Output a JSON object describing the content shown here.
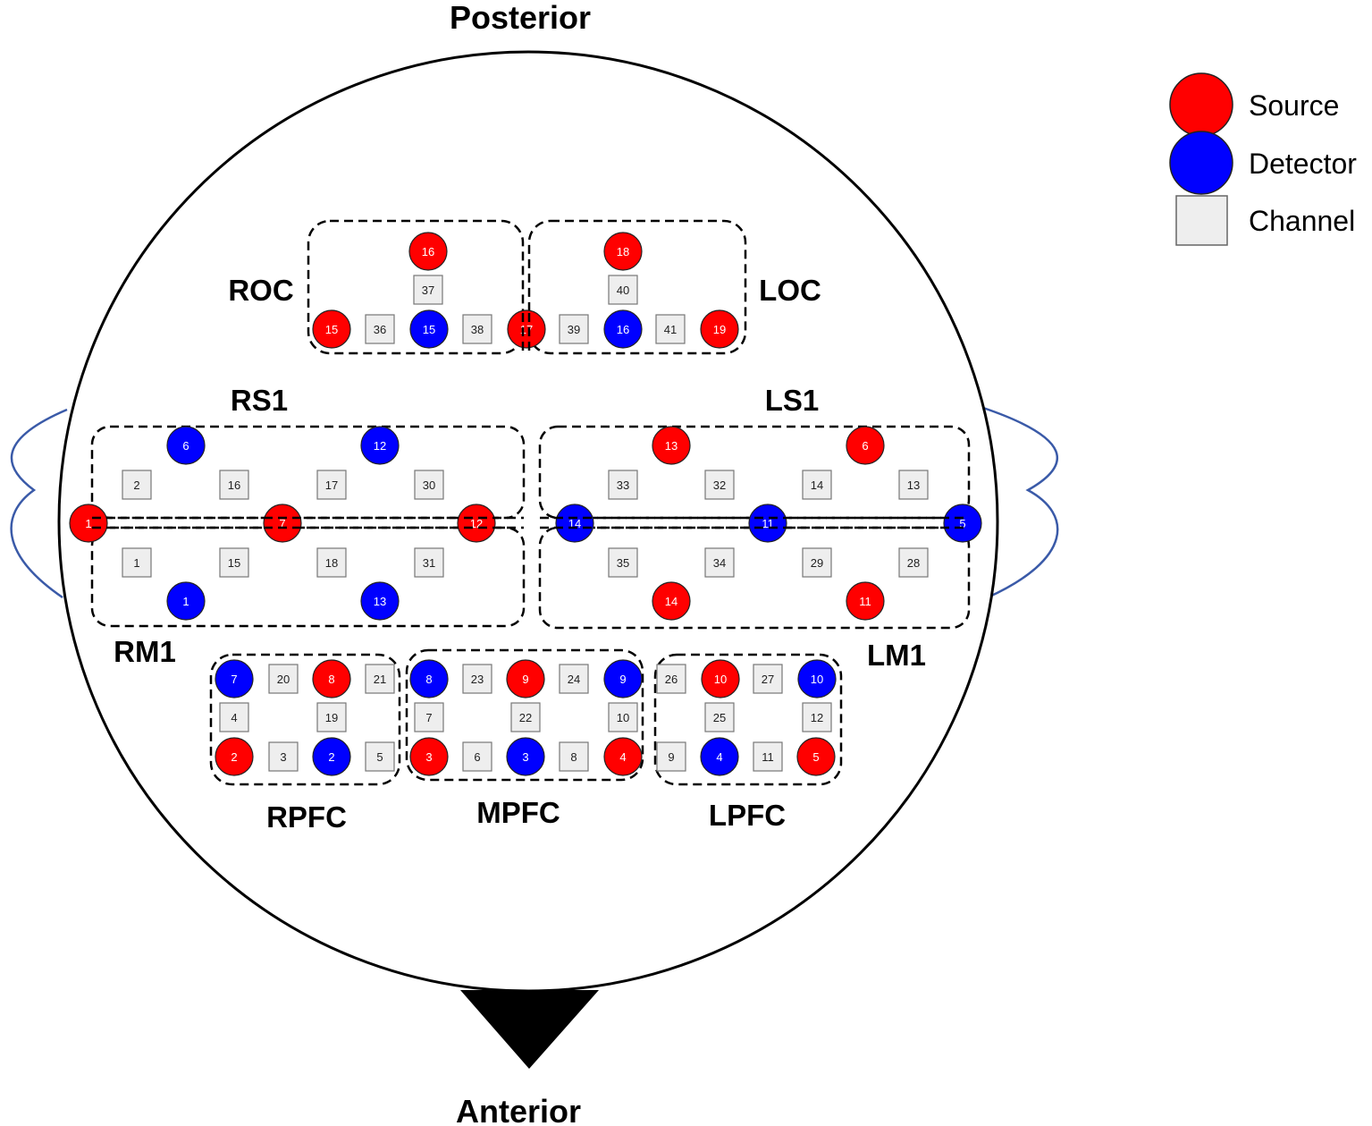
{
  "labels": {
    "posterior": "Posterior",
    "anterior": "Anterior"
  },
  "legend": {
    "source": "Source",
    "detector": "Detector",
    "channel": "Channel"
  },
  "colors": {
    "source": "#ff0000",
    "detector": "#0000ff",
    "channel": "#eeeeee",
    "ear": "#3a5aa8"
  },
  "regions": {
    "ROC": "ROC",
    "LOC": "LOC",
    "RS1": "RS1",
    "LS1": "LS1",
    "RM1": "RM1",
    "LM1": "LM1",
    "RPFC": "RPFC",
    "MPFC": "MPFC",
    "LPFC": "LPFC"
  },
  "sources": [
    "16",
    "18",
    "15",
    "17",
    "19",
    "13",
    "6",
    "1",
    "7",
    "12",
    "14",
    "11",
    "8",
    "9",
    "10",
    "2",
    "3",
    "4",
    "5"
  ],
  "detectors": [
    "15",
    "16",
    "6",
    "12",
    "14",
    "11",
    "5",
    "1",
    "13",
    "7",
    "8",
    "9",
    "10",
    "2",
    "3",
    "4"
  ],
  "channels": [
    "37",
    "40",
    "36",
    "38",
    "39",
    "41",
    "2",
    "16",
    "17",
    "30",
    "33",
    "32",
    "14",
    "13",
    "1",
    "15",
    "18",
    "31",
    "35",
    "34",
    "29",
    "28",
    "20",
    "21",
    "4",
    "19",
    "3",
    "5",
    "23",
    "24",
    "7",
    "22",
    "10",
    "6",
    "8",
    "26",
    "27",
    "25",
    "12",
    "9",
    "11"
  ]
}
